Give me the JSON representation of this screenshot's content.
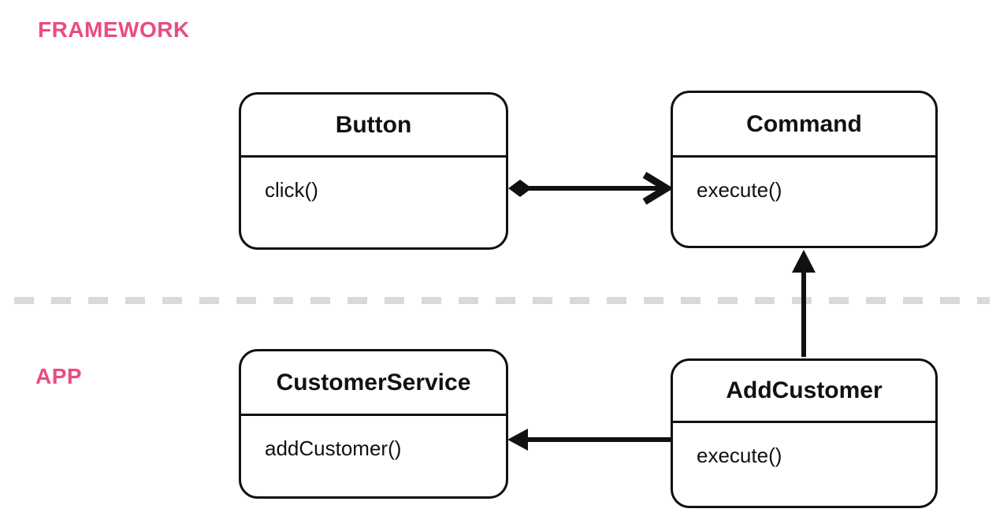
{
  "diagram": {
    "title": "Command pattern class diagram",
    "sections": [
      {
        "id": "framework",
        "label": "FRAMEWORK"
      },
      {
        "id": "app",
        "label": "APP"
      }
    ],
    "classes": [
      {
        "id": "button",
        "title": "Button",
        "methods": [
          "click()"
        ]
      },
      {
        "id": "command",
        "title": "Command",
        "methods": [
          "execute()"
        ]
      },
      {
        "id": "customer-service",
        "title": "CustomerService",
        "methods": [
          "addCustomer()"
        ]
      },
      {
        "id": "add-customer",
        "title": "AddCustomer",
        "methods": [
          "execute()"
        ]
      }
    ],
    "relationships": [
      {
        "from": "Button",
        "to": "Command",
        "tail": "filled-diamond",
        "head": "open-arrowhead",
        "direction": "right"
      },
      {
        "from": "AddCustomer",
        "to": "Command",
        "tail": "none",
        "head": "filled-arrowhead",
        "direction": "up"
      },
      {
        "from": "AddCustomer",
        "to": "CustomerService",
        "tail": "none",
        "head": "filled-arrowhead",
        "direction": "left"
      }
    ],
    "colors": {
      "accent": "#E94C82",
      "line": "#111111",
      "divider": "#D9D9D9",
      "background": "#FFFFFF"
    }
  }
}
